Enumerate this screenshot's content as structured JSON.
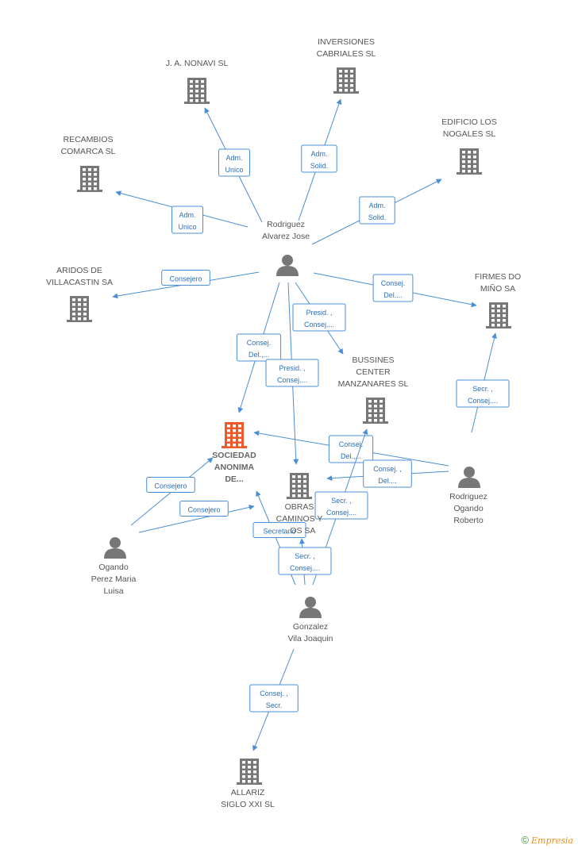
{
  "colors": {
    "edge": "#4a8fd6",
    "edge_text": "#2c6fb8",
    "building": "#777777",
    "building_main": "#f05a28",
    "person": "#777777"
  },
  "nodes": {
    "nonavi": {
      "label": [
        "J. A. NONAVI  SL"
      ],
      "icon": "building-icon"
    },
    "inversiones": {
      "label": [
        "INVERSIONES",
        "CABRIALES SL"
      ],
      "icon": "building-icon"
    },
    "edificio": {
      "label": [
        "EDIFICIO LOS",
        "NOGALES  SL"
      ],
      "icon": "building-icon"
    },
    "recambios": {
      "label": [
        "RECAMBIOS",
        "COMARCA SL"
      ],
      "icon": "building-icon"
    },
    "rodriguez_alvarez": {
      "label": [
        "Rodriguez",
        "Alvarez Jose"
      ],
      "icon": "person-icon"
    },
    "aridos": {
      "label": [
        "ARIDOS DE",
        "VILLACASTIN SA"
      ],
      "icon": "building-icon"
    },
    "firmes": {
      "label": [
        "FIRMES DO",
        "MIÑO SA"
      ],
      "icon": "building-icon"
    },
    "bussines": {
      "label": [
        "BUSSINES",
        "CENTER",
        "MANZANARES SL"
      ],
      "icon": "building-icon"
    },
    "sociedad": {
      "label": [
        "SOCIEDAD",
        "ANONIMA",
        "DE..."
      ],
      "icon": "building-icon",
      "main": true
    },
    "obras": {
      "label": [
        "OBRAS",
        "CAMINOS Y",
        "...OS SA"
      ],
      "icon": "building-icon"
    },
    "rodriguez_ogando": {
      "label": [
        "Rodriguez",
        "Ogando",
        "Roberto"
      ],
      "icon": "person-icon"
    },
    "ogando_perez": {
      "label": [
        "Ogando",
        "Perez Maria",
        "Luisa"
      ],
      "icon": "person-icon"
    },
    "gonzalez": {
      "label": [
        "Gonzalez",
        "Vila Joaquin"
      ],
      "icon": "person-icon"
    },
    "allariz": {
      "label": [
        "ALLARIZ",
        "SIGLO XXI SL"
      ],
      "icon": "building-icon"
    }
  },
  "edges": [
    {
      "label": [
        "Adm.",
        "Unico"
      ]
    },
    {
      "label": [
        "Adm.",
        "Solid."
      ]
    },
    {
      "label": [
        "Adm.",
        "Solid."
      ]
    },
    {
      "label": [
        "Adm.",
        "Unico"
      ]
    },
    {
      "label": [
        "Consejero"
      ]
    },
    {
      "label": [
        "Consej.",
        "Del...."
      ]
    },
    {
      "label": [
        "Presid. ,",
        "Consej...."
      ]
    },
    {
      "label": [
        "Consej.",
        "Del.,..."
      ]
    },
    {
      "label": [
        "Presid. ,",
        "Consej...."
      ]
    },
    {
      "label": [
        "Secr. ,",
        "Consej...."
      ]
    },
    {
      "label": [
        "Consej.",
        "Del.,..."
      ]
    },
    {
      "label": [
        "Consej. ,",
        "Del...."
      ]
    },
    {
      "label": [
        "Consejero"
      ]
    },
    {
      "label": [
        "Consejero"
      ]
    },
    {
      "label": [
        "Secr. ,",
        "Consej...."
      ]
    },
    {
      "label": [
        "Secretario"
      ]
    },
    {
      "label": [
        "Secr. ,",
        "Consej...."
      ]
    },
    {
      "label": [
        "Consej. ,",
        "Secr."
      ]
    }
  ],
  "footer": {
    "symbol": "©",
    "brand": "Empresia"
  }
}
